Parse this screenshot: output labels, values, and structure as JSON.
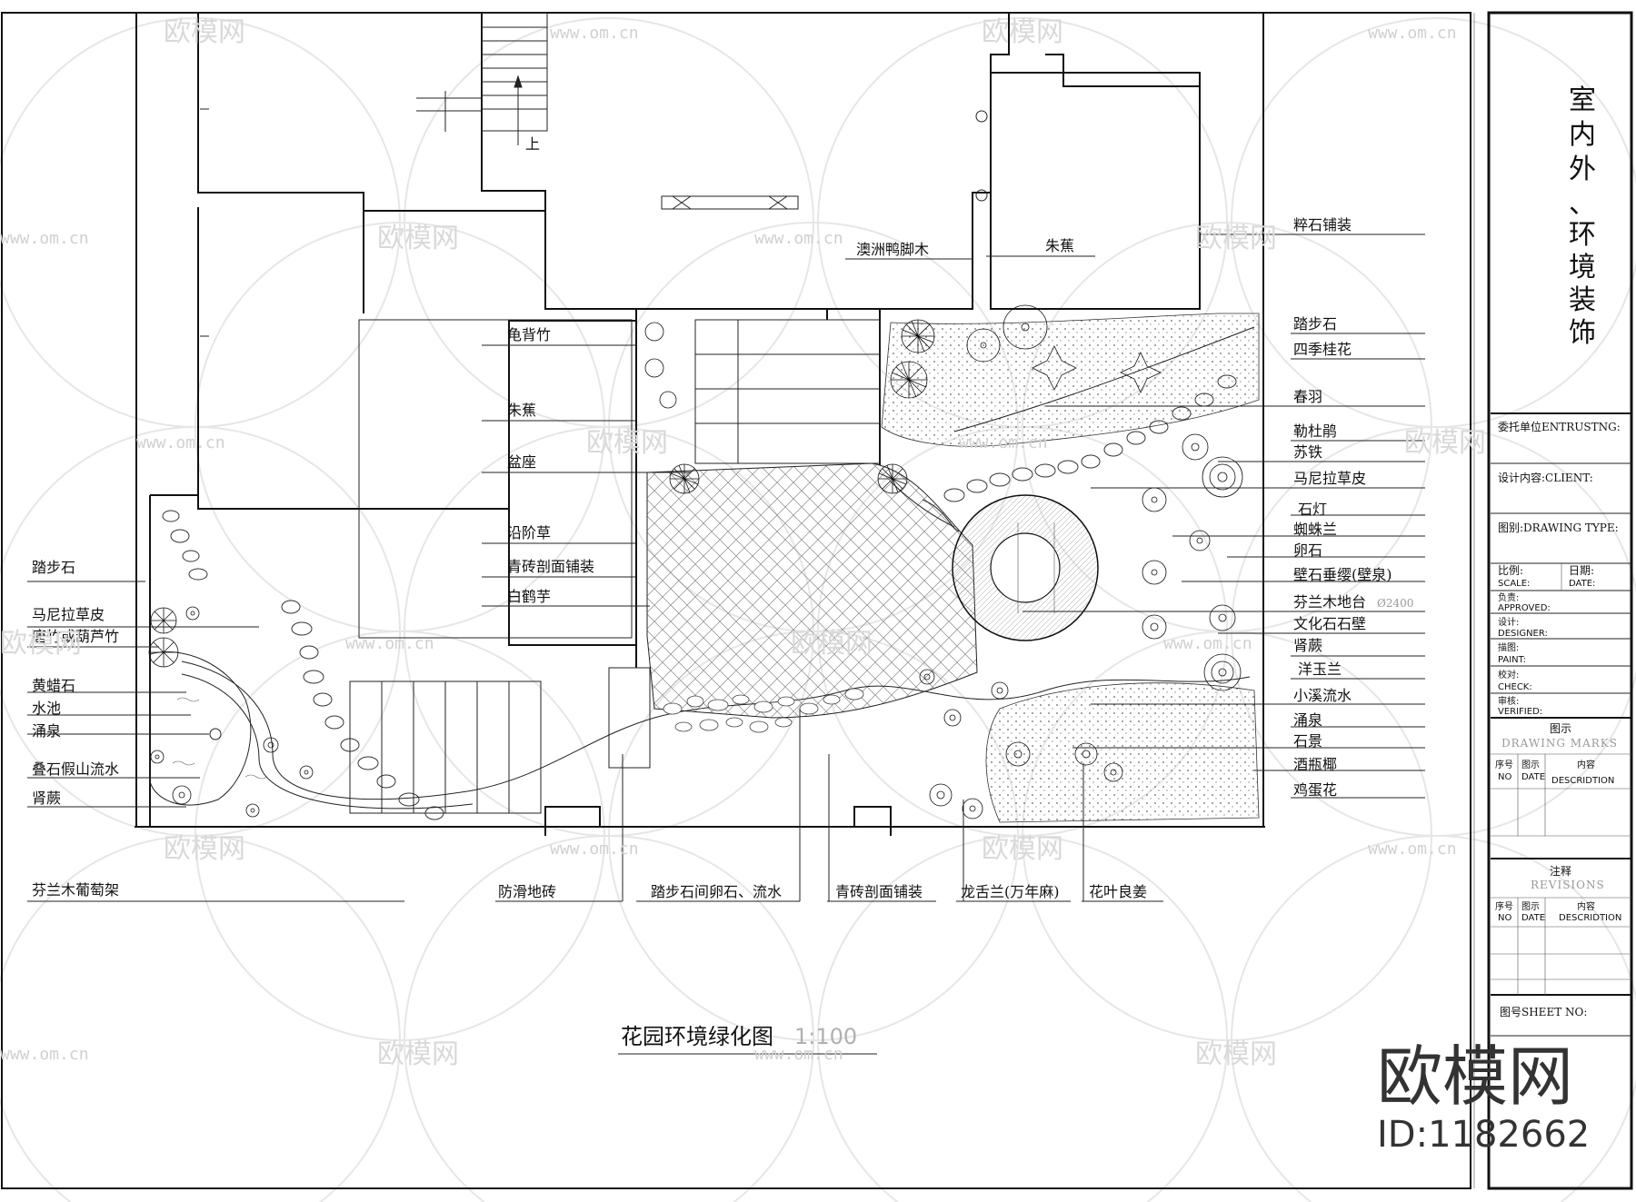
{
  "drawing": {
    "title": "花园环境绿化图",
    "scale": "1:100",
    "stair_label": "上",
    "circle_dim": "Ø2400"
  },
  "labels_left": [
    {
      "key": "tabushi_l",
      "text": "踏步石"
    },
    {
      "key": "manila_l",
      "text": "马尼拉草皮"
    },
    {
      "key": "tangzhu",
      "text": "唐竹或葫芦竹"
    },
    {
      "key": "huanglashi",
      "text": "黄蜡石"
    },
    {
      "key": "shuichi",
      "text": "水池"
    },
    {
      "key": "yongquan_l",
      "text": "涌泉"
    },
    {
      "key": "dieshi",
      "text": "叠石假山流水"
    },
    {
      "key": "shenjue_l",
      "text": "肾蕨"
    },
    {
      "key": "putaojia",
      "text": "芬兰木葡萄架"
    }
  ],
  "labels_center": [
    {
      "key": "guibeizhu",
      "text": "龟背竹"
    },
    {
      "key": "zhujiao_c",
      "text": "朱蕉"
    },
    {
      "key": "penzuo",
      "text": "盆座"
    },
    {
      "key": "yanjiecao",
      "text": "沿阶草"
    },
    {
      "key": "qingzhuan_c",
      "text": "青砖剖面铺装"
    },
    {
      "key": "baiheyu",
      "text": "白鹤芋"
    },
    {
      "key": "yazhuomu",
      "text": "澳洲鸭脚木"
    },
    {
      "key": "zhujiao_t",
      "text": "朱蕉"
    }
  ],
  "labels_bottom": [
    {
      "key": "fanghua",
      "text": "防滑地砖"
    },
    {
      "key": "tabujian",
      "text": "踏步石间卵石、流水"
    },
    {
      "key": "qingzhuan_b",
      "text": "青砖剖面铺装"
    },
    {
      "key": "longshe",
      "text": "龙舌兰(万年麻)"
    },
    {
      "key": "huaye",
      "text": "花叶良姜"
    }
  ],
  "labels_right": [
    {
      "key": "cuishi",
      "text": "粹石铺装"
    },
    {
      "key": "tabushi_r",
      "text": "踏步石"
    },
    {
      "key": "guihua",
      "text": "四季桂花"
    },
    {
      "key": "chunyu",
      "text": "春羽"
    },
    {
      "key": "dujuan",
      "text": "勒杜鹃"
    },
    {
      "key": "sutie",
      "text": "苏铁"
    },
    {
      "key": "manila_r",
      "text": "马尼拉草皮"
    },
    {
      "key": "shideng",
      "text": "石灯"
    },
    {
      "key": "zhizhulan",
      "text": "蜘蛛兰"
    },
    {
      "key": "luanshi",
      "text": "卵石"
    },
    {
      "key": "bishi",
      "text": "壁石垂缨(壁泉)"
    },
    {
      "key": "ditai",
      "text": "芬兰木地台"
    },
    {
      "key": "wenhuashi",
      "text": "文化石石壁"
    },
    {
      "key": "shenjue_r",
      "text": "肾蕨"
    },
    {
      "key": "yangyulan",
      "text": "洋玉兰"
    },
    {
      "key": "xiaoxi",
      "text": "小溪流水"
    },
    {
      "key": "yongquan_r",
      "text": "涌泉"
    },
    {
      "key": "shijing",
      "text": "石景"
    },
    {
      "key": "jiuping",
      "text": "酒瓶椰"
    },
    {
      "key": "jidanhua",
      "text": "鸡蛋花"
    }
  ],
  "title_block": {
    "vertical_title": [
      "室",
      "内",
      "外",
      "、",
      "环",
      "境",
      "装",
      "饰"
    ],
    "client_unit": "委托单位ENTRUSTNG:",
    "design_content": "设计内容:CLIENT:",
    "drawing_type": "图别:DRAWING TYPE:",
    "scale_cn": "比例:",
    "scale_en": "SCALE:",
    "date_cn": "日期:",
    "date_en": "DATE:",
    "approved_cn": "负责:",
    "approved_en": "APPROVED:",
    "designer_cn": "设计:",
    "designer_en": "DESIGNER:",
    "paint_cn": "描图:",
    "paint_en": "PAINT:",
    "check_cn": "校对:",
    "check_en": "CHECK:",
    "verified_cn": "审核:",
    "verified_en": "VERIFIED:",
    "marks_cn": "图示",
    "marks_en": "DRAWING MARKS",
    "no_cn": "序号",
    "no_en": "NO",
    "date2_cn": "图示",
    "date2_en": "DATE",
    "desc_cn": "内容",
    "desc_en": "DESCRIDTION",
    "rev_cn": "注释",
    "rev_en": "REVISIONS",
    "sheet": "图号SHEET NO:"
  },
  "watermark": {
    "brand": "欧模网",
    "url": "www.om.cn",
    "id": "ID:1182662"
  }
}
